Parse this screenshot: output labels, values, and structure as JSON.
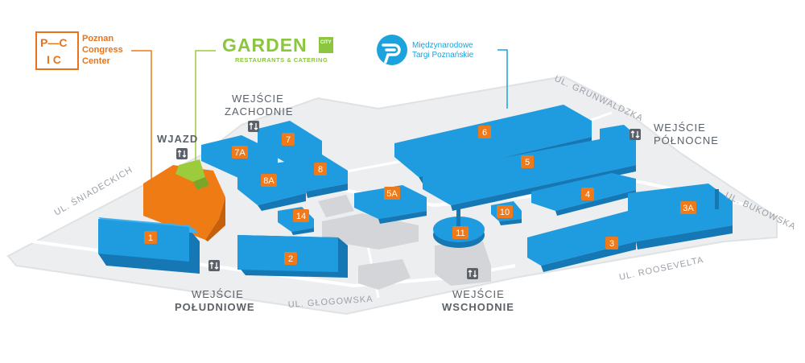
{
  "logos": {
    "pcc": {
      "mark_top": "P—C",
      "mark_bottom": "I C",
      "line1": "Poznan",
      "line2": "Congress",
      "line3": "Center",
      "color": "#e8731a"
    },
    "garden": {
      "word": "GARDEN",
      "city": "CITY",
      "tagline": "RESTAURANTS & CATERING",
      "color": "#8cc63f"
    },
    "mtp": {
      "line1": "Międzynarodowe",
      "line2": "Targi Poznańskie",
      "color": "#1aa3dd"
    }
  },
  "gates": {
    "west": {
      "line1": "WEJŚCIE",
      "line2": "ZACHODNIE"
    },
    "north": {
      "line1": "WEJŚCIE",
      "line2": "PÓŁNOCNE"
    },
    "south": {
      "line1": "WEJŚCIE",
      "line2": "POŁUDNIOWE"
    },
    "east": {
      "line1": "WEJŚCIE",
      "line2": "WSCHODNIE"
    },
    "drive": {
      "label": "WJAZD"
    }
  },
  "streets": {
    "sniadeckich": "UL. ŚNIADECKICH",
    "grunwaldzka": "UL. GRUNWALDZKA",
    "bukowska": "UL. BUKOWSKA",
    "roosevelta": "UL. ROOSEVELTA",
    "glogowska": "UL. GŁOGOWSKA"
  },
  "pavilions": {
    "p1": "1",
    "p2": "2",
    "p3": "3",
    "p3a": "3A",
    "p4": "4",
    "p5": "5",
    "p5a": "5A",
    "p6": "6",
    "p7": "7",
    "p7a": "7A",
    "p8": "8",
    "p8a": "8A",
    "p10": "10",
    "p11": "11",
    "p14": "14"
  },
  "colors": {
    "pavilion": "#1f9be0",
    "pavilion_side": "#1577b3",
    "pin": "#ee7a1c",
    "congress": "#ef7b14",
    "restaurant": "#9ccc3c",
    "ground": "#eceef0",
    "grey_building": "#d3d5d8"
  },
  "icons": {
    "entrance": "two-way-arrows-icon"
  }
}
